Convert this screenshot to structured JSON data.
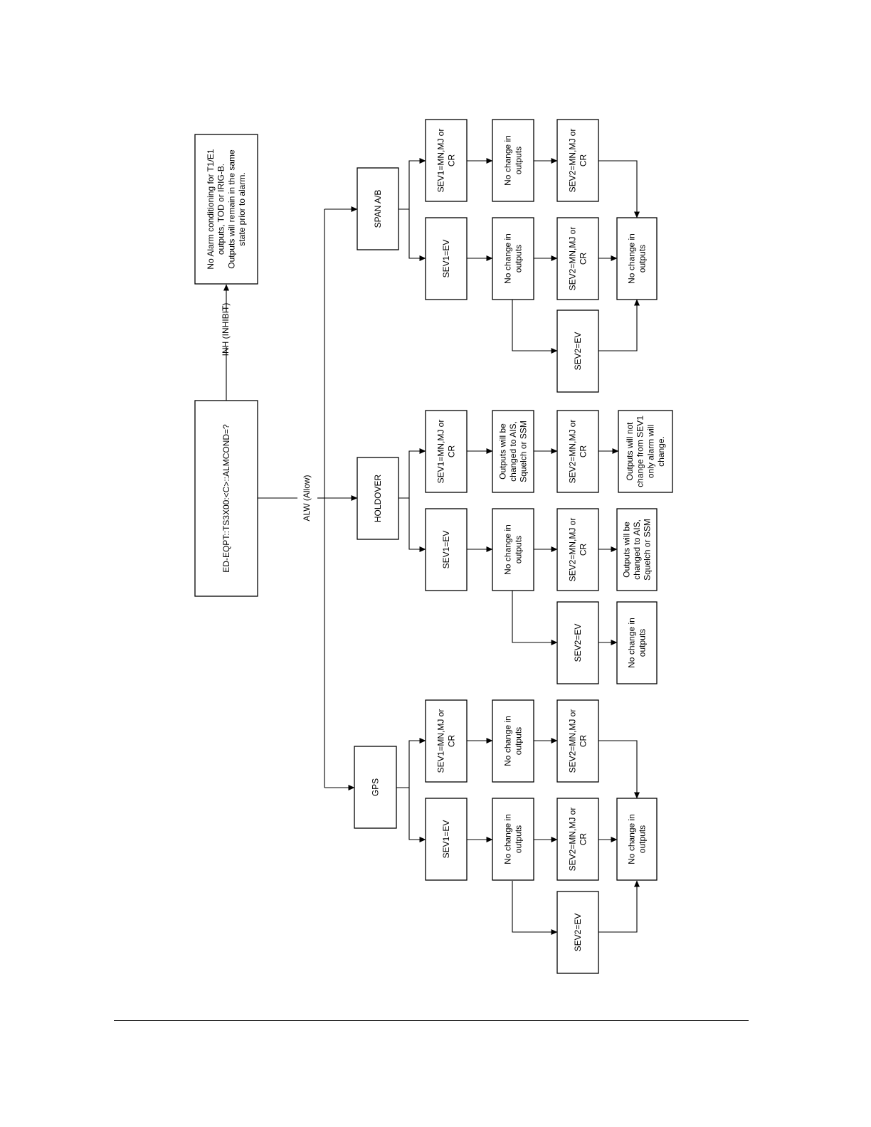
{
  "nodes": {
    "command": "ED-EQPT::TS3X00:<C>::ALMCOND=?",
    "inhibit_result": [
      "No Alarm conditioning for T1/E1",
      "outputs, TOD or IRIG-B.",
      "Outputs will remain in the same",
      "state prior to alarm."
    ],
    "span": "SPAN A/B",
    "holdover": "HOLDOVER",
    "gps": "GPS",
    "span_sev1_mj": [
      "SEV1=MN,MJ or",
      "CR"
    ],
    "span_sev1_mj_out": [
      "No change in",
      "outputs"
    ],
    "span_sev2_mj_a": [
      "SEV2=MN,MJ or",
      "CR"
    ],
    "span_sev1_ev": "SEV1=EV",
    "span_sev1_ev_out": [
      "No change in",
      "outputs"
    ],
    "span_sev2_mj_b": [
      "SEV2=MN,MJ or",
      "CR"
    ],
    "span_final": [
      "No change in",
      "outputs"
    ],
    "span_sev2_ev": "SEV2=EV",
    "hold_sev1_mj": [
      "SEV1=MN,MJ or",
      "CR"
    ],
    "hold_sev1_mj_out": [
      "Outputs will be",
      "changed to AIS,",
      "Squelch or SSM"
    ],
    "hold_sev2_mj_a": [
      "SEV2=MN,MJ or",
      "CR"
    ],
    "hold_sev2_mj_a_out": [
      "Outputs will not",
      "change from SEV1",
      "only alarm will",
      "change."
    ],
    "hold_sev1_ev": "SEV1=EV",
    "hold_sev1_ev_out": [
      "No change in",
      "outputs"
    ],
    "hold_sev2_mj_b": [
      "SEV2=MN,MJ or",
      "CR"
    ],
    "hold_sev2_mj_b_out": [
      "Outputs will be",
      "changed to AIS,",
      "Squelch or SSM"
    ],
    "hold_sev2_ev": "SEV2=EV",
    "hold_sev2_ev_out": [
      "No change in",
      "outputs"
    ],
    "gps_sev1_mj": [
      "SEV1=MN,MJ or",
      "CR"
    ],
    "gps_sev1_mj_out": [
      "No change in",
      "outputs"
    ],
    "gps_sev2_mj_a": [
      "SEV2=MN,MJ or",
      "CR"
    ],
    "gps_sev1_ev": "SEV1=EV",
    "gps_sev1_ev_out": [
      "No change in",
      "outputs"
    ],
    "gps_sev2_mj_b": [
      "SEV2=MN,MJ or",
      "CR"
    ],
    "gps_final": [
      "No change in",
      "outputs"
    ],
    "gps_sev2_ev": "SEV2=EV"
  },
  "edges": {
    "inhibit": "INH (INHIBIT)",
    "allow": "ALW (Allow)"
  }
}
